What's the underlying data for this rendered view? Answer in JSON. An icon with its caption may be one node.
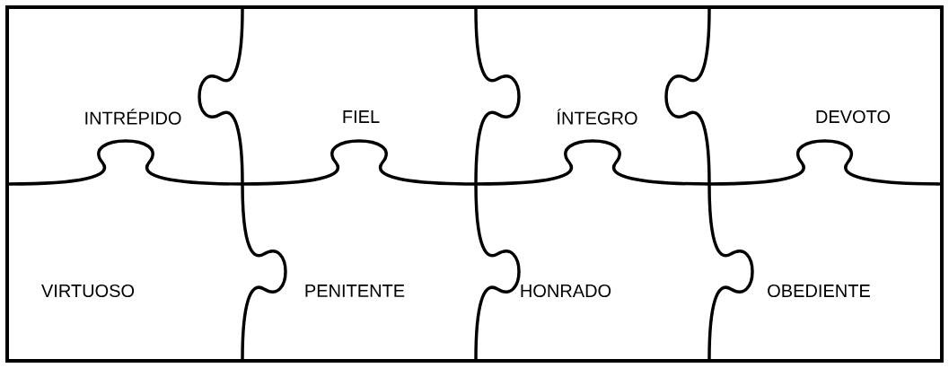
{
  "diagram": {
    "nodes": [
      {
        "text": [
          "INTRÉPIDO"
        ]
      },
      {
        "text": [
          "FIEL"
        ]
      },
      {
        "text": [
          "ÍNTEGRO"
        ]
      },
      {
        "text": [
          "DEVOTO"
        ]
      },
      {
        "text": [
          "VIRTUOSO"
        ]
      },
      {
        "text": [
          "PENITENTE"
        ]
      },
      {
        "text": [
          "HONRADO"
        ]
      },
      {
        "text": [
          "OBEDIENTE"
        ]
      }
    ]
  }
}
